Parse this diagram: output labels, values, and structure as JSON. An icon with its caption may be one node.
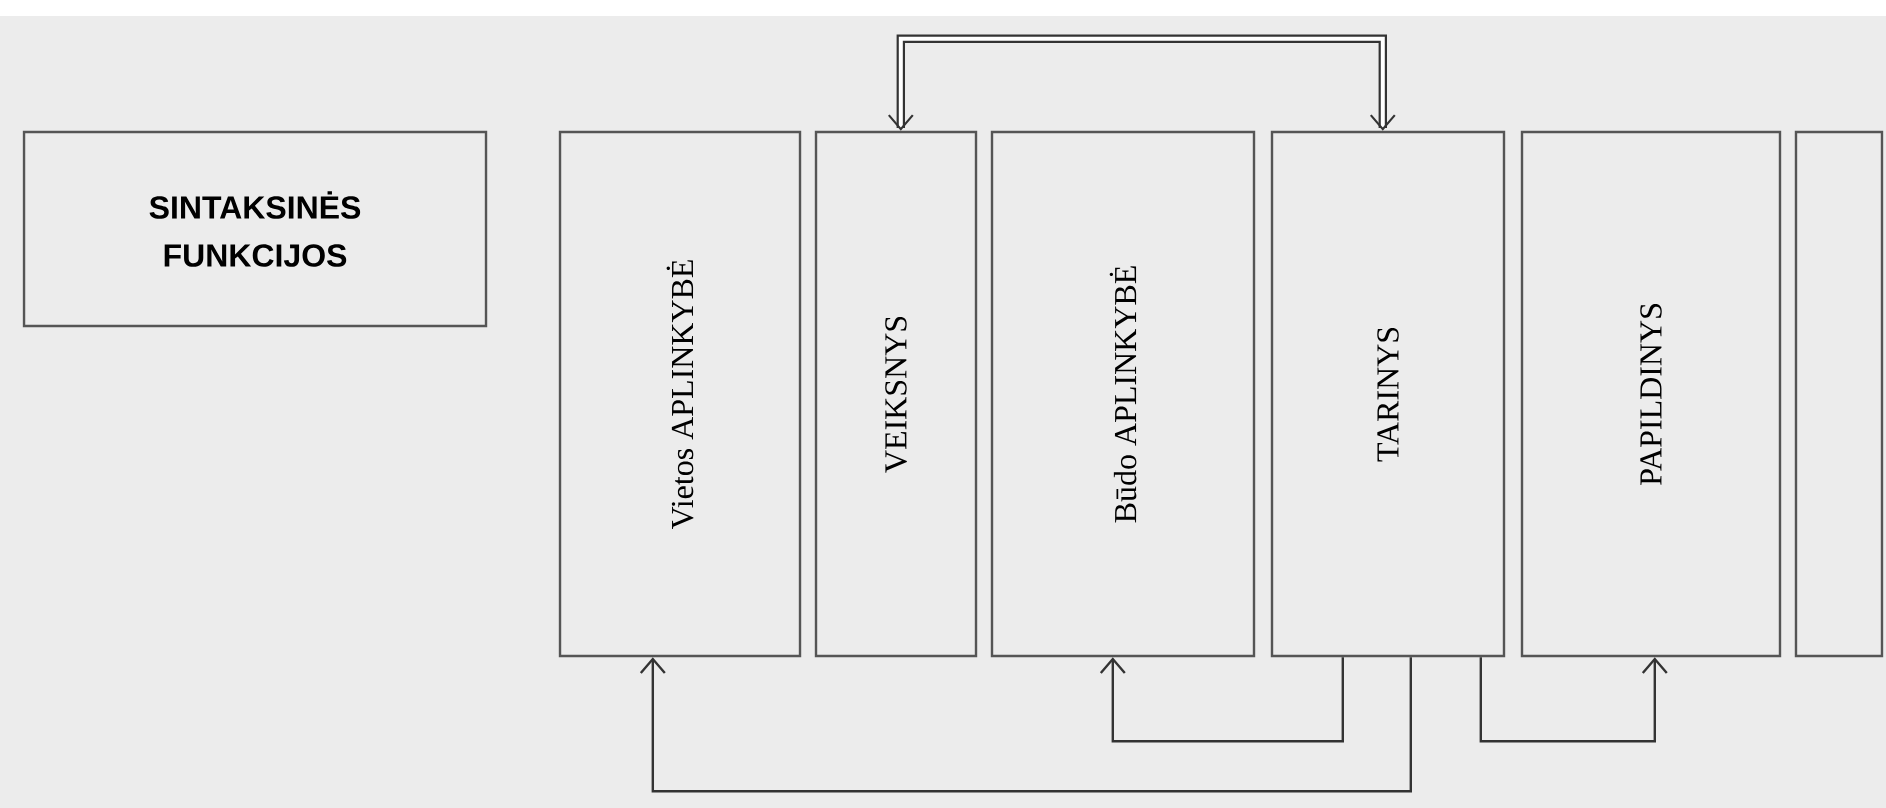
{
  "diagram": {
    "nodes": [
      {
        "text": [
          "SINTAKSINĖS FUNKCIJOS"
        ]
      },
      {
        "text": [
          "Vietos APLINKYBĖ"
        ]
      },
      {
        "text": [
          "VEIKSNYS"
        ]
      },
      {
        "text": [
          "Būdo APLINKYBĖ"
        ]
      },
      {
        "text": [
          "TARINYS"
        ]
      },
      {
        "text": [
          "PAPILDINYS"
        ]
      },
      {
        "text": [],
        "shape": "box"
      }
    ],
    "edges": [
      {
        "from": 2,
        "to": 4,
        "arrow": "both",
        "style": "thick"
      },
      {
        "from": 4,
        "to": 3,
        "arrow": "to"
      },
      {
        "from": 4,
        "to": 1,
        "arrow": "to"
      },
      {
        "from": 4,
        "to": 5,
        "arrow": "to"
      }
    ]
  }
}
